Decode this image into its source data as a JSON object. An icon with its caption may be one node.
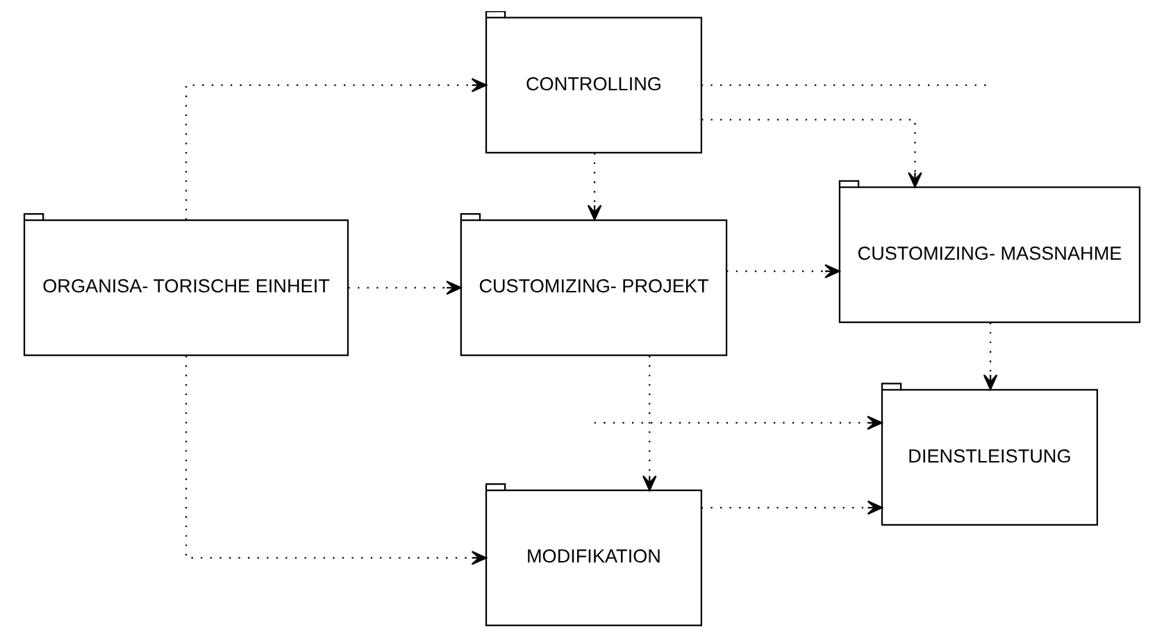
{
  "diagram": {
    "nodes": [
      {
        "text": [
          "MODIFIKATION"
        ]
      },
      {
        "text": [
          "DIENSTLEISTUNG"
        ]
      },
      {
        "text": [
          "ORGANISA- TORISCHE EINHEIT"
        ]
      },
      {
        "text": [
          "CUSTOMIZING- PROJEKT"
        ]
      },
      {
        "text": [
          "CUSTOMIZING- MASSNAHME"
        ]
      },
      {
        "text": [
          "CONTROLLING"
        ]
      }
    ],
    "edges": [
      {
        "from": 2,
        "to": 0,
        "arrow": "to",
        "style": "dashed"
      },
      {
        "from": 0,
        "to": 1,
        "arrow": "to",
        "style": "dashed"
      },
      {
        "from": null,
        "to": 1,
        "arrow": "to",
        "style": "dashed"
      },
      {
        "from": 3,
        "to": 0,
        "arrow": "to",
        "style": "dashed"
      },
      {
        "from": 4,
        "to": 1,
        "arrow": "to",
        "style": "dashed"
      },
      {
        "from": 2,
        "to": 3,
        "arrow": "to",
        "style": "dashed"
      },
      {
        "from": 3,
        "to": 4,
        "arrow": "to",
        "style": "dashed"
      },
      {
        "from": 5,
        "to": 3,
        "arrow": "to",
        "style": "dashed"
      },
      {
        "from": 2,
        "to": 5,
        "arrow": "to",
        "style": "dashed"
      },
      {
        "from": 5,
        "to": 4,
        "arrow": "to",
        "style": "dashed"
      },
      {
        "from": 5,
        "to": null,
        "arrow": "none",
        "style": "dashed"
      }
    ]
  }
}
